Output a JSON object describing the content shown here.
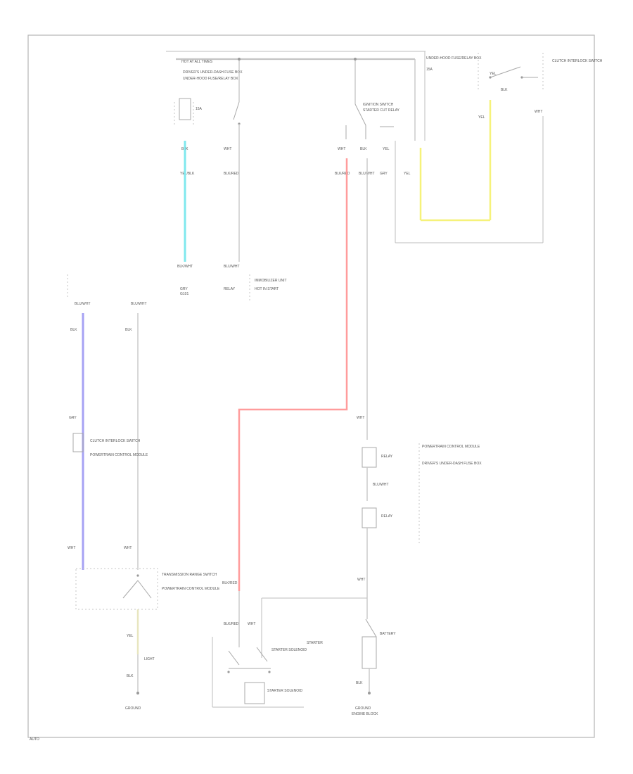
{
  "diagram": {
    "wire_colors": {
      "cyan": "#7fe8ee",
      "red": "#ff9c9c",
      "yellow": "#f6f27a",
      "violet": "#a6a2f4",
      "ivory": "#e8e6c0",
      "gray": "#c8c8c8"
    },
    "labels": {
      "l1": "HOT AT ALL TIMES",
      "l2": "HOT IN START",
      "l3": "IGNITION SWITCH",
      "l4": "STARTER CUT RELAY",
      "l5": "UNDER-HOOD FUSE/RELAY BOX",
      "l6": "15A",
      "l7": "BLK/WHT",
      "l8": "YEL/BLK",
      "l9": "BLK/RED",
      "l10": "BLU/WHT",
      "l11": "WHT",
      "l12": "YEL",
      "l13": "BLK",
      "l14": "GRY",
      "l15": "DRIVER'S UNDER-DASH FUSE BOX",
      "l16": "IMMOBILIZER UNIT",
      "l17": "TRANSMISSION RANGE SWITCH",
      "l18": "CLUTCH INTERLOCK SWITCH",
      "l19": "POWERTRAIN CONTROL MODULE",
      "l20": "BATTERY",
      "l21": "STARTER",
      "l22": "STARTER SOLENOID",
      "l23": "G101",
      "l24": "GROUND",
      "l25": "RELAY",
      "l26": "LIGHT",
      "l27": "ENGINE BLOCK"
    },
    "footer": "AUTO"
  }
}
